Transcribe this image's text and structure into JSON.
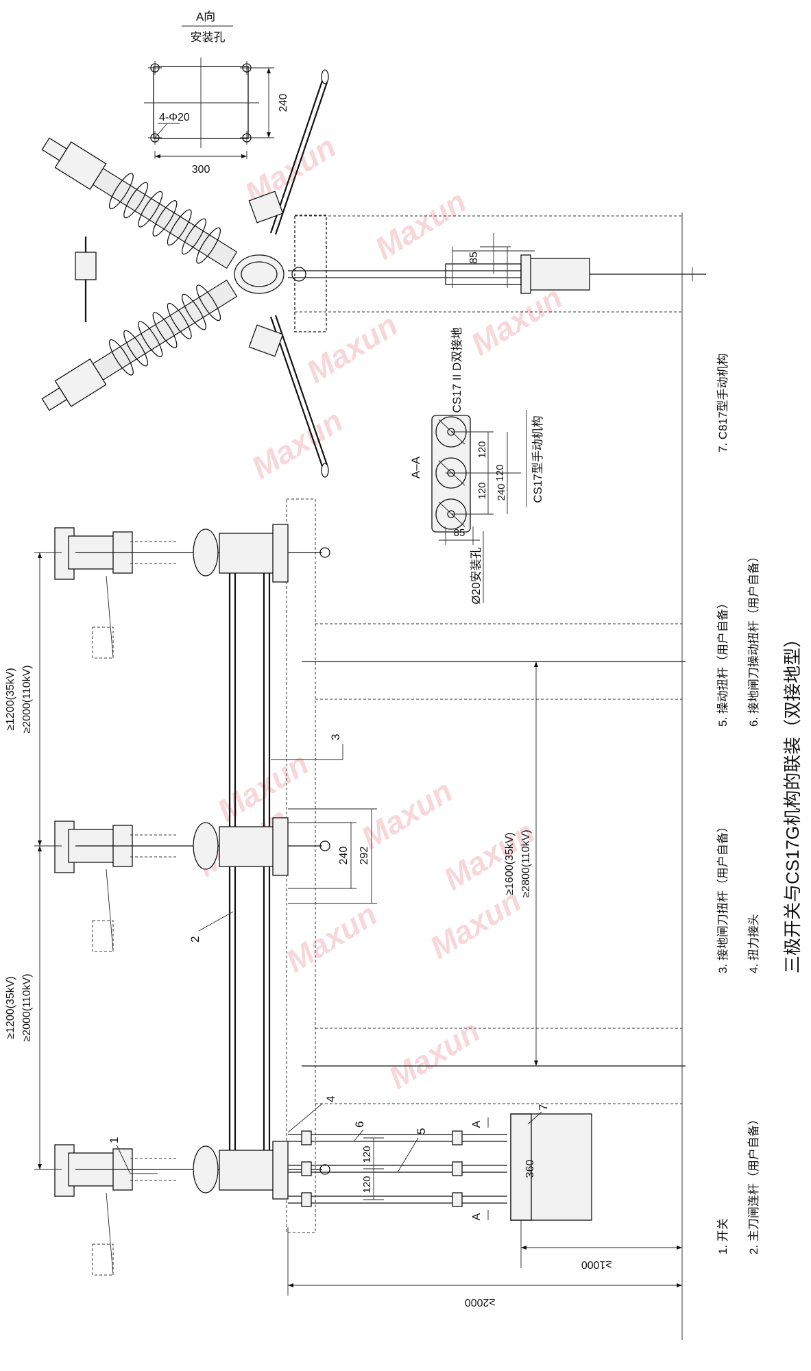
{
  "top_view": {
    "view_title": "A向",
    "view_subtitle": "安装孔",
    "hole_label": "4-Φ20",
    "dim_width": "300",
    "dim_height": "240"
  },
  "dims": {
    "pitch_35_110_1": "≥1200(35kV)",
    "pitch_110_1": "≥2000(110kV)",
    "pitch_35_110_2": "≥1200(35kV)",
    "pitch_110_2": "≥2000(110kV)",
    "gap_35": "≥1600(35kV)",
    "gap_110": "≥2800(110kV)",
    "d240": "240",
    "d292": "292",
    "d120a": "120",
    "d120b": "120",
    "d360": "360",
    "d1000": "≥1000",
    "d2000": "≥2000",
    "d85": "85"
  },
  "aa_section": {
    "title": "A–A",
    "d120_1": "120",
    "d120_2": "120",
    "d120_3": "120",
    "d240": "240",
    "d85": "85",
    "hole": "Ø20安装孔",
    "label_mech": "CS17型手动机构",
    "label_double": "CS17 II D双接地"
  },
  "callouts": [
    "1",
    "2",
    "3",
    "4",
    "5",
    "6",
    "7"
  ],
  "section_mark": "A",
  "legend": [
    "1. 开关",
    "2. 主刀闸连杆（用户自备）",
    "3. 接地闸刀扭杆（用户自备）",
    "4. 扭力接头",
    "5. 操动扭杆（用户自备）",
    "6. 接地闸刀操动扭杆（用户自备）",
    "7. C817型手动机构"
  ],
  "main_title": "三极开关与CS17G机构的联装（双接地型）",
  "watermark": "Maxun"
}
